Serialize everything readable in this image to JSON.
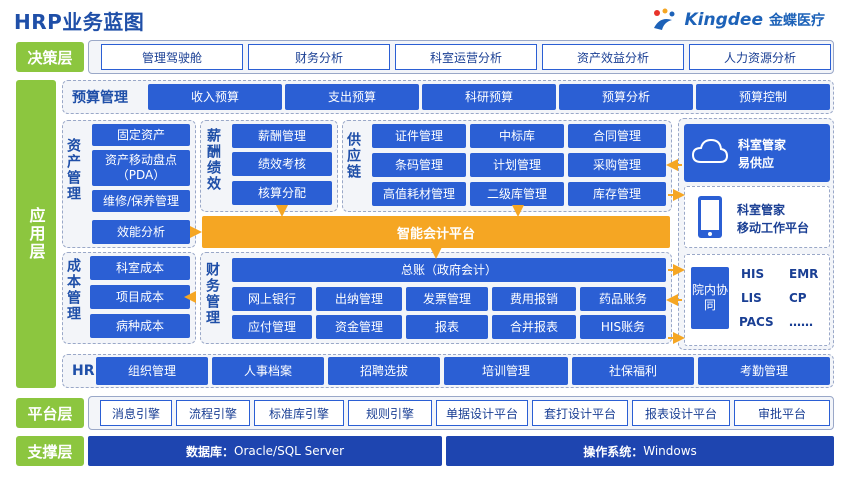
{
  "title": "HRP业务蓝图",
  "logo": {
    "brand": "Kingdee",
    "cn": "金蝶医疗"
  },
  "layers": {
    "decision": "决策层",
    "application": "应用层",
    "platform": "平台层",
    "support": "支撑层"
  },
  "decision_items": [
    "管理驾驶舱",
    "财务分析",
    "科室运营分析",
    "资产效益分析",
    "人力资源分析"
  ],
  "budget": {
    "label": "预算管理",
    "items": [
      "收入预算",
      "支出预算",
      "科研预算",
      "预算分析",
      "预算控制"
    ]
  },
  "asset": {
    "label": "资产管理",
    "items": [
      "固定资产",
      "资产移动盘点（PDA）",
      "维修/保养管理",
      "效能分析"
    ]
  },
  "salary": {
    "label": "薪酬绩效",
    "items": [
      "薪酬管理",
      "绩效考核",
      "核算分配"
    ]
  },
  "supply": {
    "label": "供应链",
    "items": [
      "证件管理",
      "中标库",
      "合同管理",
      "条码管理",
      "计划管理",
      "采购管理",
      "高值耗材管理",
      "二级库管理",
      "库存管理"
    ]
  },
  "smart_platform": "智能会计平台",
  "cost": {
    "label": "成本管理",
    "items": [
      "科室成本",
      "项目成本",
      "病种成本"
    ]
  },
  "finance": {
    "label": "财务管理",
    "ledger": "总账（政府会计）",
    "items": [
      "网上银行",
      "出纳管理",
      "发票管理",
      "费用报销",
      "药品账务",
      "应付管理",
      "资金管理",
      "报表",
      "合并报表",
      "HIS账务"
    ]
  },
  "right_panels": {
    "supply_cloud": {
      "line1": "科室管家",
      "line2": "易供应"
    },
    "mobile": {
      "line1": "科室管家",
      "line2": "移动工作平台"
    },
    "hospital": {
      "label": "院内协同",
      "items": [
        "HIS",
        "EMR",
        "LIS",
        "CP",
        "PACS",
        "……"
      ]
    }
  },
  "hr": {
    "label": "HR",
    "items": [
      "组织管理",
      "人事档案",
      "招聘选拔",
      "培训管理",
      "社保福利",
      "考勤管理"
    ]
  },
  "platform_items": [
    "消息引擎",
    "流程引擎",
    "标准库引擎",
    "规则引擎",
    "单据设计平台",
    "套打设计平台",
    "报表设计平台",
    "审批平台"
  ],
  "support": {
    "db_label": "数据库：",
    "db_value": "Oracle/SQL Server",
    "os_label": "操作系统：",
    "os_value": "Windows"
  },
  "colors": {
    "accent": "#2b5fd4",
    "green": "#8cc63f",
    "orange": "#f5a623",
    "title": "#1f4fa8"
  }
}
